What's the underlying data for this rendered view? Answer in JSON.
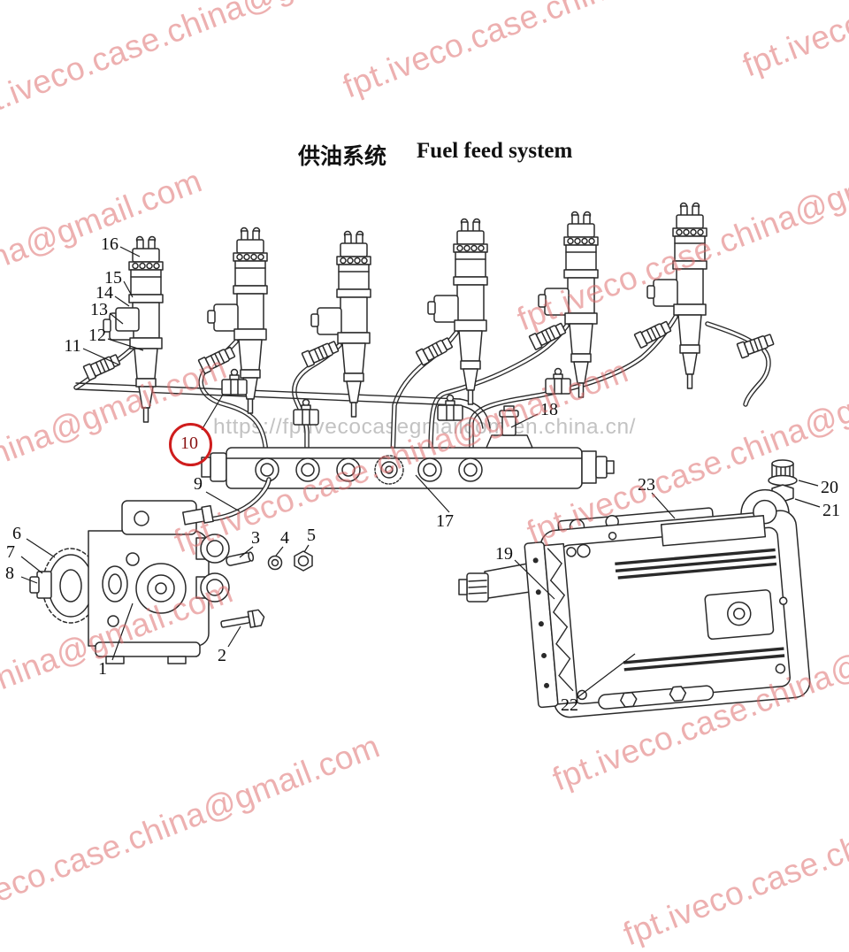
{
  "title": {
    "zh": "供油系统",
    "en": "Fuel feed system"
  },
  "watermark": {
    "email": "fpt.iveco.case.china@gmail.com",
    "url": "https://fptivecocasegmailcom.en.china.cn/",
    "email_color": "#dd6868",
    "url_color": "#c3c3c3"
  },
  "diagram": {
    "name": "Fuel feed system exploded parts diagram",
    "parts": [
      {
        "n": "1"
      },
      {
        "n": "2"
      },
      {
        "n": "3"
      },
      {
        "n": "4"
      },
      {
        "n": "5"
      },
      {
        "n": "6"
      },
      {
        "n": "7"
      },
      {
        "n": "8"
      },
      {
        "n": "9"
      },
      {
        "n": "10",
        "highlighted": true
      },
      {
        "n": "11"
      },
      {
        "n": "12"
      },
      {
        "n": "13"
      },
      {
        "n": "14"
      },
      {
        "n": "15"
      },
      {
        "n": "16"
      },
      {
        "n": "17"
      },
      {
        "n": "18"
      },
      {
        "n": "19"
      },
      {
        "n": "20"
      },
      {
        "n": "21"
      },
      {
        "n": "22"
      },
      {
        "n": "23"
      }
    ],
    "highlight": {
      "part": "10",
      "color": "#cf1d1d"
    },
    "components": {
      "injectors": "6 fuel injectors",
      "rail": "common rail with pressure sensor",
      "pump": "high pressure fuel pump with gear",
      "ecu": "engine control unit with bracket"
    }
  }
}
